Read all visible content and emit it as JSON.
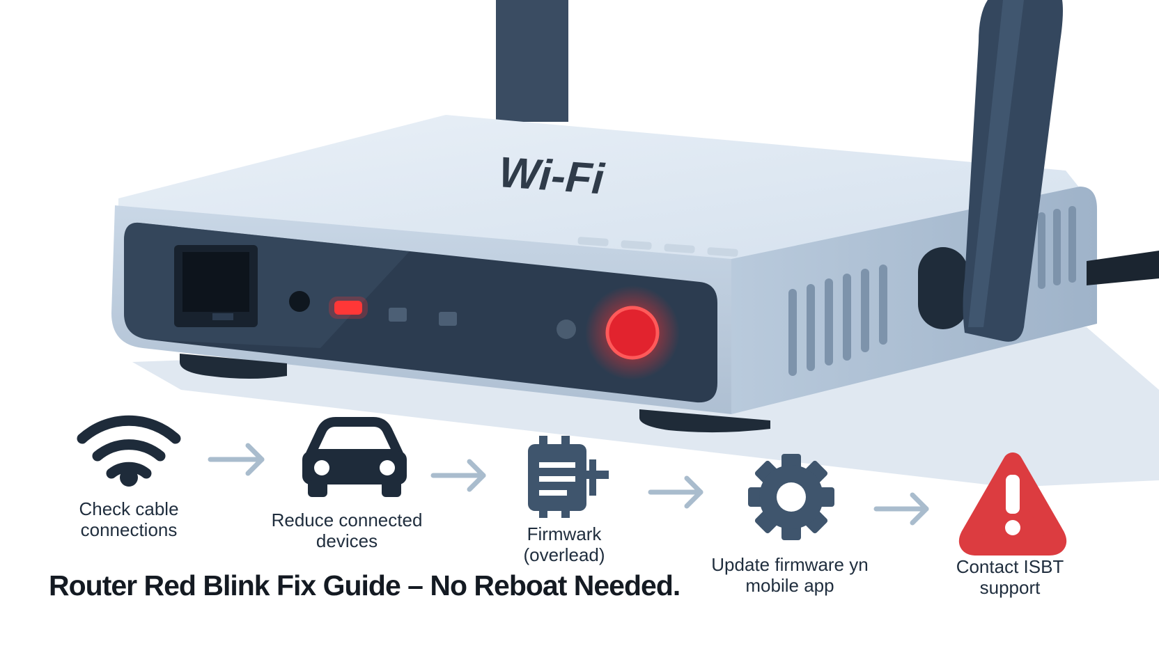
{
  "router": {
    "brand_text": "Wi-Fi"
  },
  "steps": [
    {
      "icon": "wifi-icon",
      "line1": "Check cable",
      "line2": "connections"
    },
    {
      "icon": "car-icon",
      "line1": "Reduce connected",
      "line2": "devices"
    },
    {
      "icon": "chip-icon",
      "line1": "Firmwark",
      "line2": "(overlead)"
    },
    {
      "icon": "gear-icon",
      "line1": "Update firmware yn",
      "line2": "mobile app"
    },
    {
      "icon": "warning-icon",
      "line1": "Contact ISBT",
      "line2": "support"
    }
  ],
  "title": "Router Red Blink Fix Guide – No Reboat Needed.",
  "colors": {
    "router_body": "#dbe6f1",
    "router_panel": "#2e3e52",
    "antenna": "#34475e",
    "icon_dark": "#1e2b3a",
    "icon_slate": "#3f556d",
    "arrow": "#a9bccd",
    "alert_red": "#e2232e",
    "warning_red": "#dc3c40"
  }
}
